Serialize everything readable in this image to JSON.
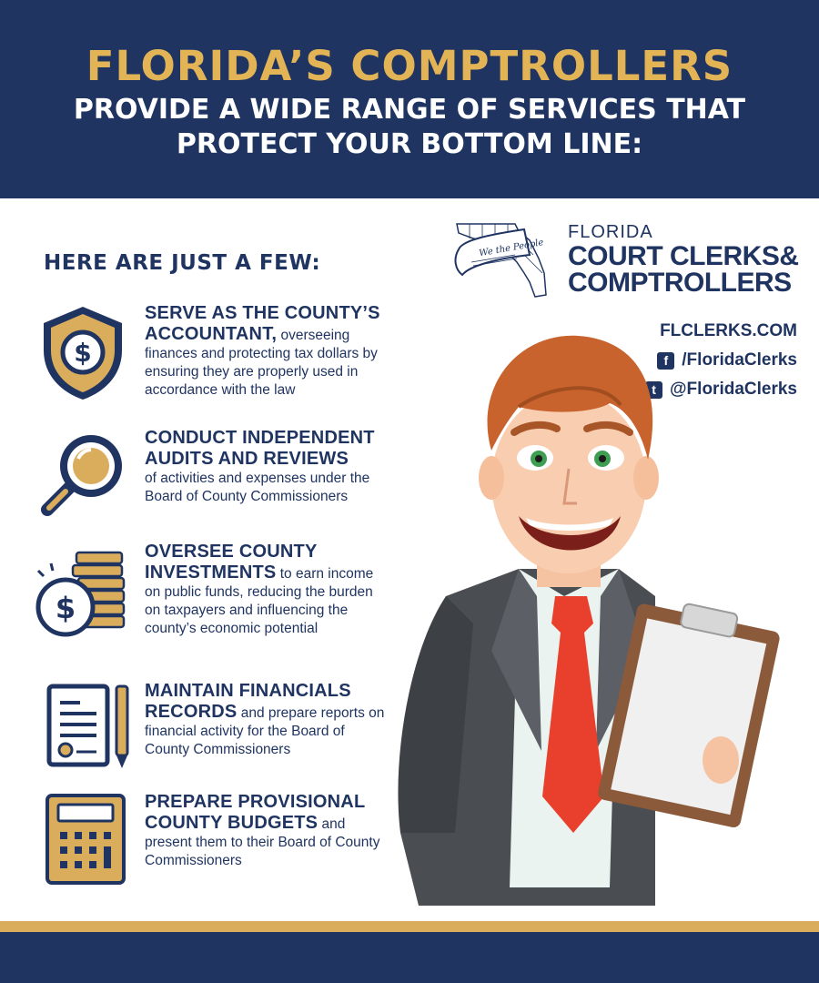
{
  "header": {
    "title": "FLORIDA’S COMPTROLLERS",
    "subtitle": "PROVIDE A WIDE RANGE OF SERVICES THAT PROTECT YOUR BOTTOM LINE:"
  },
  "subhead": "HERE ARE JUST A FEW:",
  "services": [
    {
      "title": "SERVE AS THE COUNTY’S ACCOUNTANT,",
      "body": " overseeing finances and protecting tax dollars by ensuring they are properly used in accordance with the law",
      "icon": "shield-dollar-icon"
    },
    {
      "title": "CONDUCT INDEPENDENT AUDITS AND REVIEWS",
      "body": " of activities and expenses under the Board of County Commissioners",
      "icon": "magnifying-glass-icon"
    },
    {
      "title": "OVERSEE COUNTY INVESTMENTS",
      "body": " to earn income on public funds, reducing the burden on taxpayers and influencing the county’s economic potential",
      "icon": "coin-stack-icon"
    },
    {
      "title": "MAINTAIN FINANCIALS RECORDS",
      "body": " and prepare reports on financial activity for the Board of County Commissioners",
      "icon": "document-pen-icon"
    },
    {
      "title": "PREPARE PROVISIONAL COUNTY BUDGETS",
      "body": " and present them to their Board of County Commissioners",
      "icon": "calculator-icon"
    }
  ],
  "logo": {
    "line1": "FLORIDA",
    "line2": "COURT CLERKS&",
    "line3": "COMPTROLLERS",
    "scroll_text": "We the People"
  },
  "contact": {
    "website": "FLCLERKS.COM",
    "facebook": "/FloridaClerks",
    "twitter": "@FloridaClerks"
  },
  "colors": {
    "navy": "#1f3461",
    "gold": "#e3b456"
  }
}
